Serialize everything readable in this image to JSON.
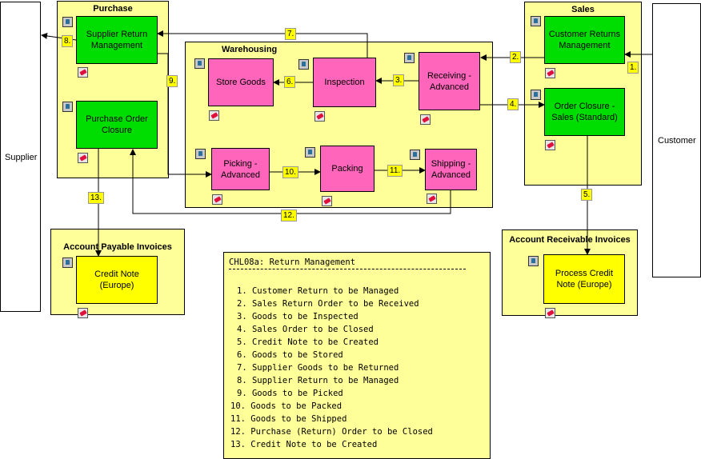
{
  "lanes": {
    "supplier": "Supplier",
    "customer": "Customer"
  },
  "groups": {
    "purchase": "Purchase",
    "sales": "Sales",
    "warehousing": "Warehousing",
    "account_payable": "Account Payable Invoices",
    "account_receivable": "Account Receivable Invoices"
  },
  "activities": {
    "supplier_return_management": "Supplier Return Management",
    "purchase_order_closure": "Purchase Order Closure",
    "customer_returns_management": "Customer Returns Management",
    "order_closure_sales": "Order Closure - Sales (Standard)",
    "store_goods": "Store Goods",
    "inspection": "Inspection",
    "receiving_advanced": "Receiving - Advanced",
    "picking_advanced": "Picking - Advanced",
    "packing": "Packing",
    "shipping_advanced": "Shipping - Advanced",
    "credit_note_europe": "Credit Note (Europe)",
    "process_credit_note_europe": "Process Credit Note (Europe)"
  },
  "colors": {
    "green": "#00dd00",
    "pink": "#ff66bb",
    "yellow": "#ffff00",
    "group_fill": "#ffff99"
  },
  "icons": [
    "stamp-icon",
    "eraser-icon"
  ],
  "flow_numbers": [
    "1.",
    "2.",
    "3.",
    "4.",
    "5.",
    "6.",
    "7.",
    "8.",
    "9.",
    "10.",
    "11.",
    "12.",
    "13."
  ],
  "legend": {
    "title": "CHL08a: Return Management",
    "items": [
      "1. Customer Return to be Managed",
      "2. Sales Return Order to be Received",
      "3. Goods to be Inspected",
      "4. Sales Order to be Closed",
      "5. Credit Note to be Created",
      "6. Goods to be Stored",
      "7. Supplier Goods to be Returned",
      "8. Supplier Return to be Managed",
      "9. Goods to be Picked",
      "10. Goods to be Packed",
      "11. Goods to be Shipped",
      "12. Purchase (Return) Order to be Closed",
      "13. Credit Note to be Created"
    ]
  }
}
